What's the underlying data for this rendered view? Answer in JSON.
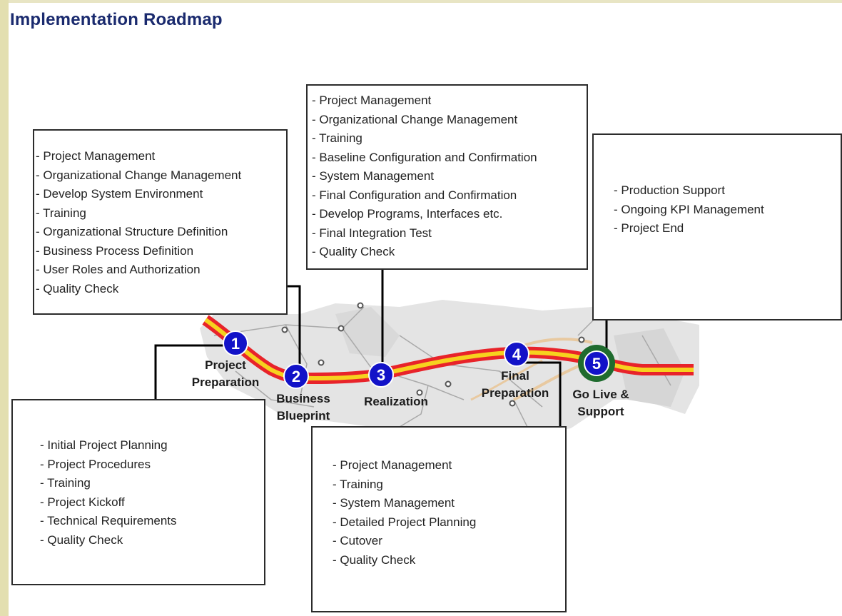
{
  "title": "Implementation Roadmap",
  "phases": [
    {
      "number": "1",
      "label_lines": [
        "Project",
        "Preparation"
      ],
      "activities": [
        "- Initial Project Planning",
        "- Project Procedures",
        "- Training",
        "- Project Kickoff",
        "- Technical Requirements",
        "- Quality Check"
      ]
    },
    {
      "number": "2",
      "label_lines": [
        "Business",
        "Blueprint"
      ],
      "activities": [
        "- Project Management",
        "- Organizational Change Management",
        "- Develop System Environment",
        "- Training",
        "- Organizational Structure Definition",
        "- Business Process Definition",
        "- User Roles and Authorization",
        "- Quality Check"
      ]
    },
    {
      "number": "3",
      "label_lines": [
        "Realization"
      ],
      "activities": [
        "- Project Management",
        "- Organizational Change Management",
        "- Training",
        "- Baseline Configuration and Confirmation",
        "- System Management",
        "- Final Configuration and Confirmation",
        "- Develop Programs, Interfaces etc.",
        "- Final Integration Test",
        "- Quality Check"
      ]
    },
    {
      "number": "4",
      "label_lines": [
        "Final",
        "Preparation"
      ],
      "activities": [
        "- Project Management",
        "- Training",
        "- System Management",
        "- Detailed Project Planning",
        "- Cutover",
        "- Quality Check"
      ]
    },
    {
      "number": "5",
      "label_lines": [
        "Go Live &",
        "Support"
      ],
      "activities": [
        "- Production Support",
        "- Ongoing KPI Management",
        "- Project End"
      ]
    }
  ],
  "colors": {
    "title": "#1a2a6e",
    "road_outer": "#e8232a",
    "road_inner": "#f6d21e",
    "milestone": "#1212c8",
    "milestone_final_ring": "#1f6b2e",
    "map_background": "#e4e4e4"
  }
}
